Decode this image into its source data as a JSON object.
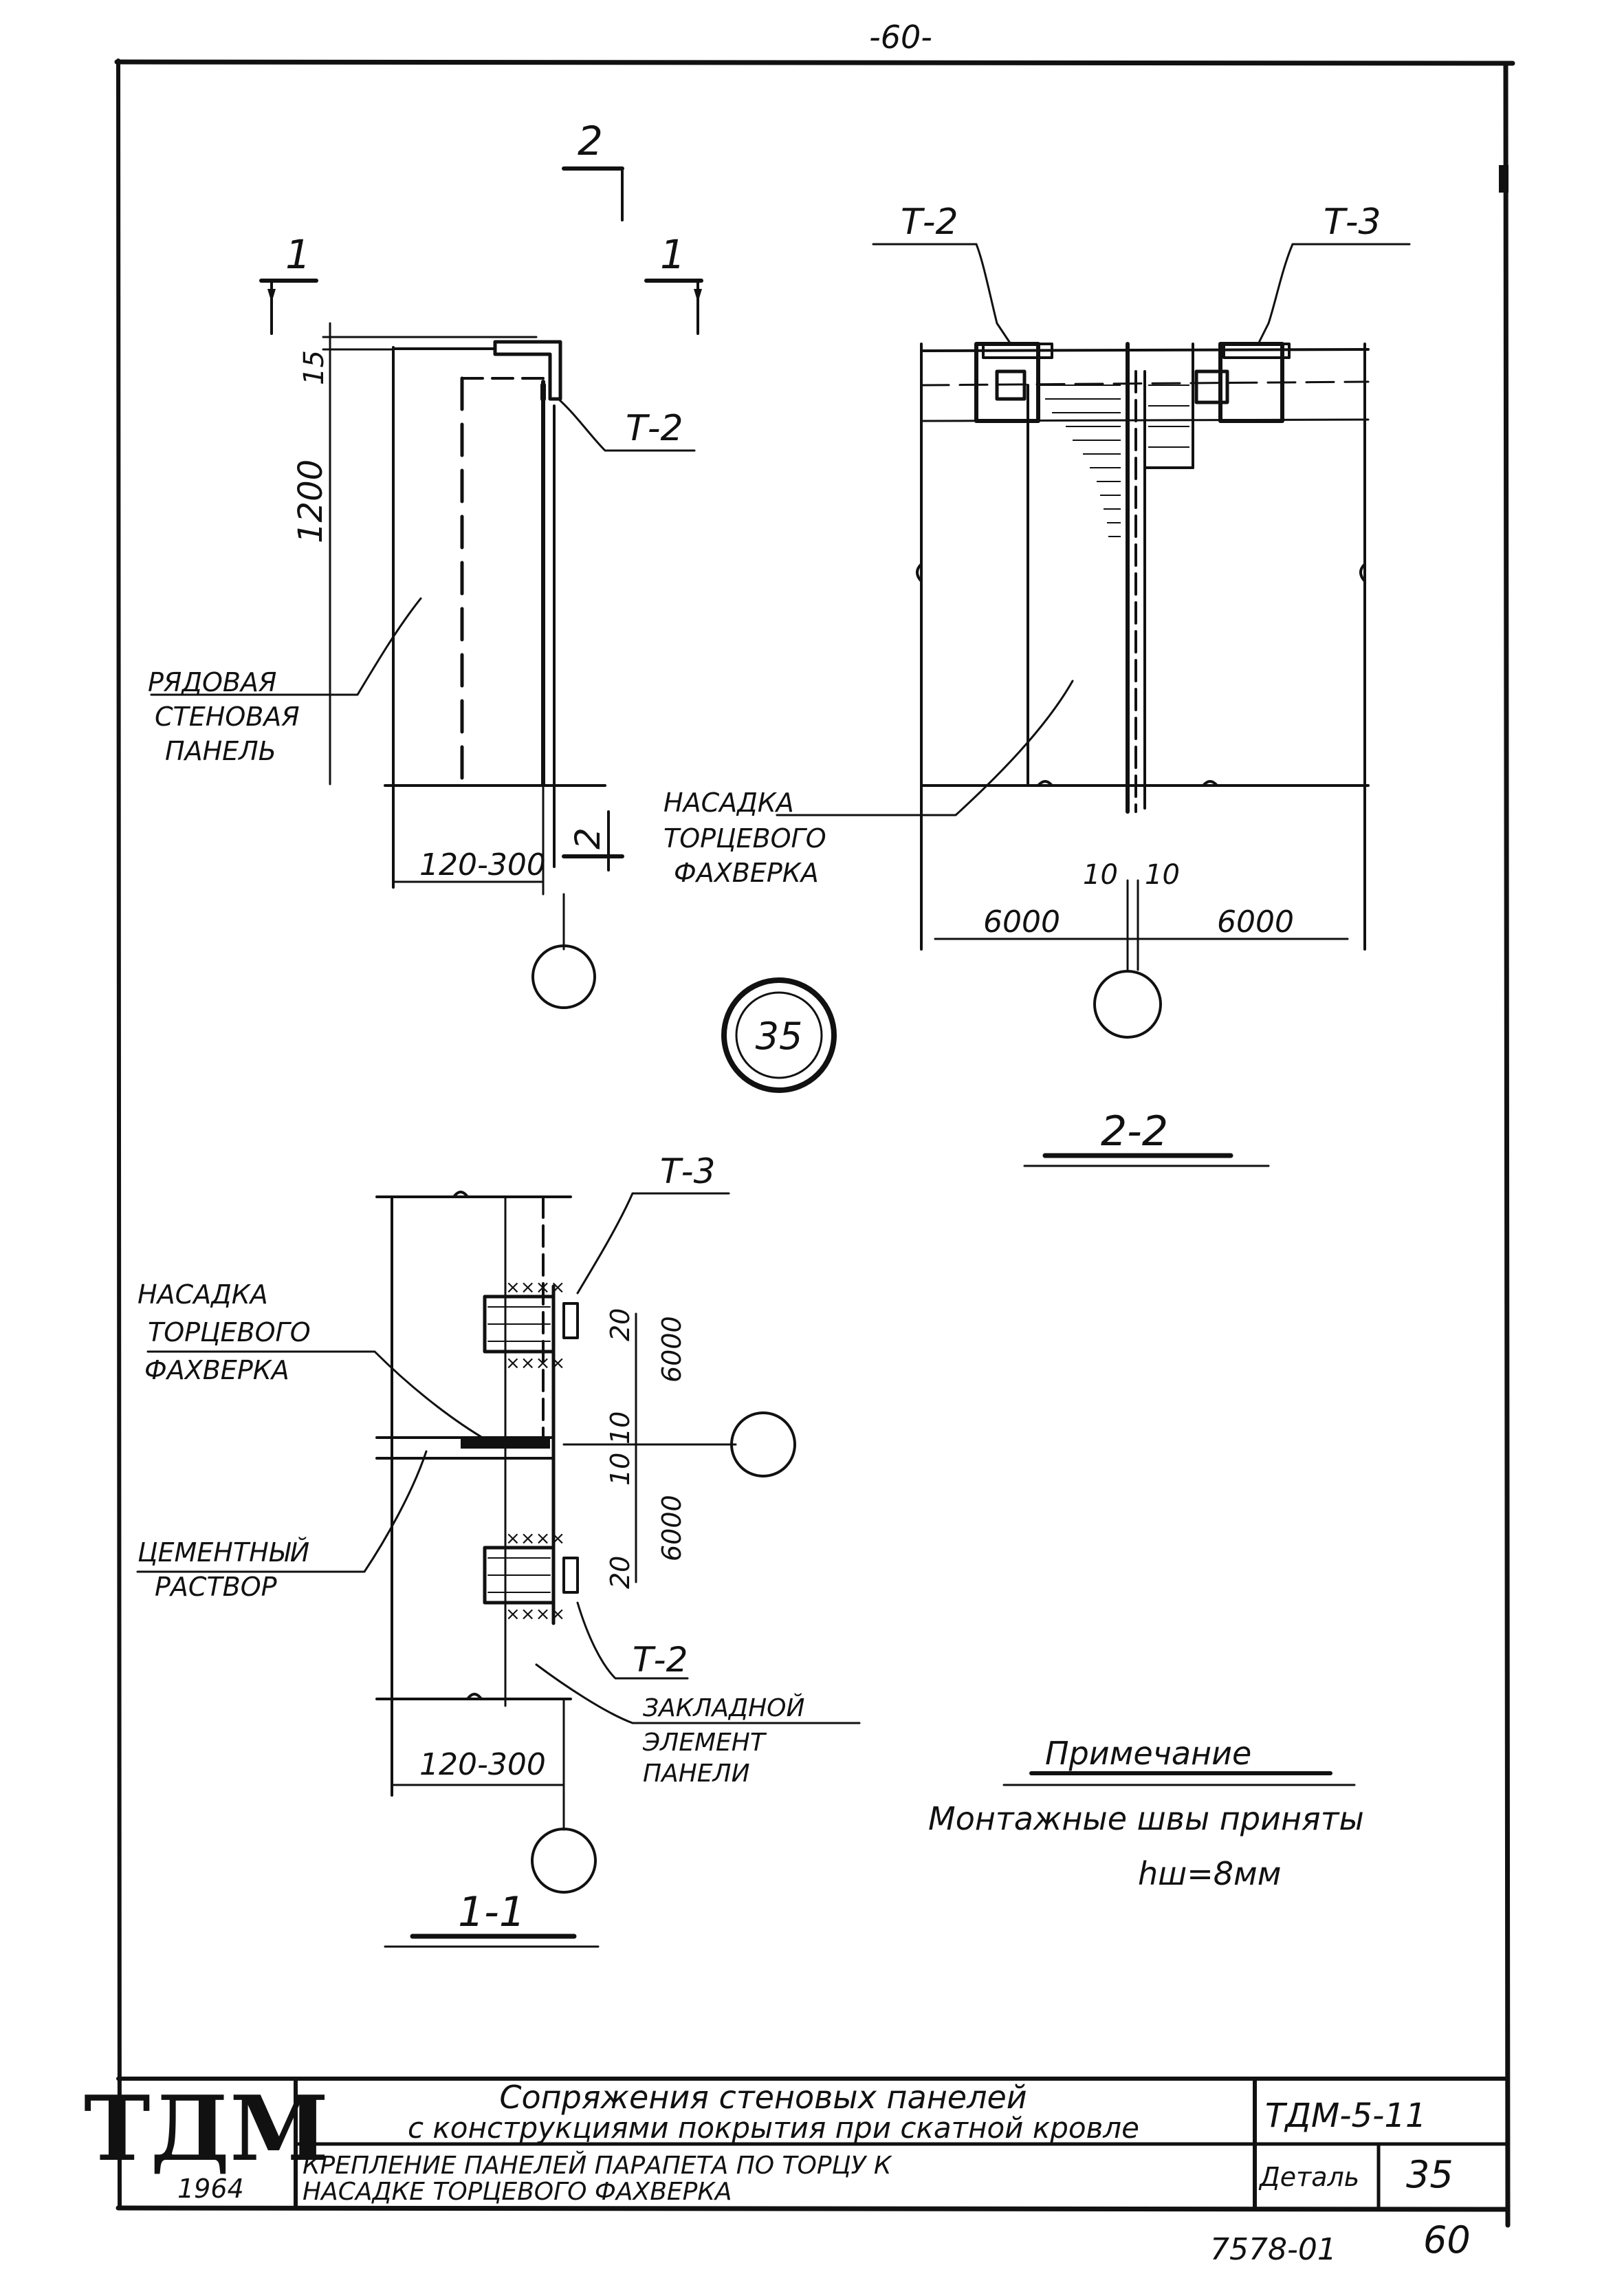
{
  "sheet": {
    "page_top": "-60-",
    "page_bottom": "60",
    "archive_number": "7578-01"
  },
  "view_top_left": {
    "section_mark_1_left": "1",
    "section_mark_1_right": "1",
    "section_mark_2_top": "2",
    "section_mark_2_bottom": "2",
    "dim_15": "15",
    "dim_1200": "1200",
    "tag_t2": "Т-2",
    "label_panel": [
      "РЯДОВАЯ",
      "СТЕНОВАЯ",
      "ПАНЕЛЬ"
    ],
    "dim_width": "120-300"
  },
  "view_2_2": {
    "tag_t2": "Т-2",
    "tag_t3": "Т-3",
    "label_cap": [
      "НАСАДКА",
      "ТОРЦЕВОГО",
      "ФАХВЕРКА"
    ],
    "dim_gap": "10",
    "dim_gap_right": "10",
    "dim_left": "6000",
    "dim_right": "6000",
    "title": "2-2"
  },
  "detail_badge": "35",
  "view_1_1": {
    "tag_t3": "Т-3",
    "tag_t2": "Т-2",
    "label_cap": [
      "НАСАДКА",
      "ТОРЦЕВОГО",
      "ФАХВЕРКА"
    ],
    "label_mortar": [
      "ЦЕМЕНТНЫЙ",
      "РАСТВОР"
    ],
    "label_embed": [
      "ЗАКЛАДНОЙ",
      "ЭЛЕМЕНТ",
      "ПАНЕЛИ"
    ],
    "dim_20_top": "20",
    "dim_20_bottom": "20",
    "dim_6000_top": "6000",
    "dim_6000_bottom": "6000",
    "dim_10_a": "10",
    "dim_10_b": "10",
    "dim_width": "120-300",
    "title": "1-1"
  },
  "note": {
    "heading": "Примечание",
    "line1": "Монтажные швы приняты",
    "line2": "hш=8мм"
  },
  "title_block": {
    "logo": "ТДМ",
    "year": "1964",
    "title_line1": "Сопряжения стеновых панелей",
    "title_line2": "с конструкциями покрытия при скатной кровле",
    "series": "ТДМ-5-11",
    "subtitle_line1": "КРЕПЛЕНИЕ ПАНЕЛЕЙ ПАРАПЕТА ПО ТОРЦУ К",
    "subtitle_line2": "НАСАДКЕ ТОРЦЕВОГО ФАХВЕРКА",
    "detail_label": "Деталь",
    "detail_number": "35"
  }
}
